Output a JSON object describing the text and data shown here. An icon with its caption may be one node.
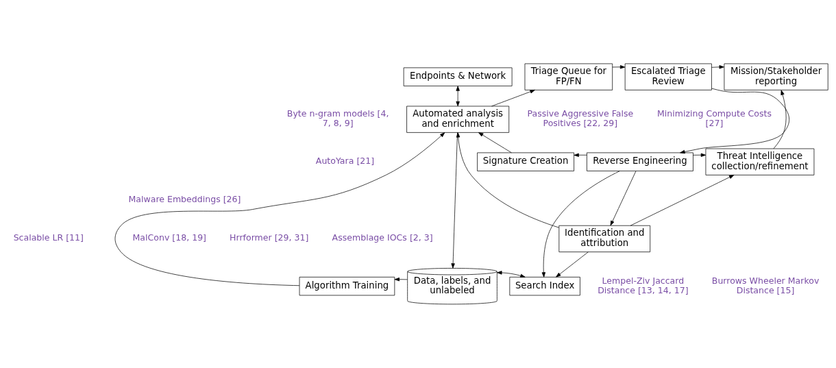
{
  "diagram": {
    "nodes": [
      {
        "text": [
          "Endpoints & Network"
        ]
      },
      {
        "text": [
          "Triage Queue for FP/FN"
        ]
      },
      {
        "text": [
          "Escalated Triage Review"
        ]
      },
      {
        "text": [
          "Mission/Stakeholder reporting"
        ]
      },
      {
        "text": [
          "Automated analysis and enrichment"
        ]
      },
      {
        "text": [
          "Signature Creation"
        ]
      },
      {
        "text": [
          "Reverse Engineering"
        ]
      },
      {
        "text": [
          "Threat Intelligence collection/refinement"
        ]
      },
      {
        "text": [
          "Identification and attribution"
        ]
      },
      {
        "text": [
          "Algorithm Training"
        ]
      },
      {
        "text": [
          "Data, labels, and unlabeled"
        ]
      },
      {
        "text": [
          "Search Index"
        ]
      }
    ],
    "edges": [
      {
        "from": 0,
        "to": 4,
        "arrow": "both"
      },
      {
        "from": 4,
        "to": 1,
        "arrow": "to"
      },
      {
        "from": 1,
        "to": 2,
        "arrow": "to"
      },
      {
        "from": 2,
        "to": 3,
        "arrow": "to"
      },
      {
        "from": 2,
        "to": 6,
        "arrow": "to"
      },
      {
        "from": 6,
        "to": 5,
        "arrow": "to"
      },
      {
        "from": 5,
        "to": 4,
        "arrow": "to"
      },
      {
        "from": 6,
        "to": 7,
        "arrow": "to"
      },
      {
        "from": 6,
        "to": 8,
        "arrow": "to"
      },
      {
        "from": 8,
        "to": 7,
        "arrow": "to"
      },
      {
        "from": 7,
        "to": 3,
        "arrow": "to"
      },
      {
        "from": 8,
        "to": 4,
        "arrow": "to"
      },
      {
        "from": 6,
        "to": 11,
        "arrow": "to"
      },
      {
        "from": 8,
        "to": 11,
        "arrow": "to"
      },
      {
        "from": 4,
        "to": 10,
        "arrow": "to"
      },
      {
        "from": 10,
        "to": 9,
        "arrow": "to"
      },
      {
        "from": 9,
        "to": 4,
        "arrow": "to"
      },
      {
        "from": 10,
        "to": 11,
        "arrow": "both"
      }
    ],
    "labels": [
      "Byte n-gram models [4, 7, 8, 9]",
      "Passive Aggressive False Positives [22, 29]",
      "Minimizing Compute Costs [27]",
      "AutoYara [21]",
      "Malware Embeddings [26]",
      "Scalable LR [11]",
      "MalConv [18, 19]",
      "Hrrformer [29, 31]",
      "Assemblage IOCs [2, 3]",
      "Lempel-Ziv Jaccard Distance [13, 14, 17]",
      "Burrows Wheeler Markov Distance [15]"
    ]
  }
}
